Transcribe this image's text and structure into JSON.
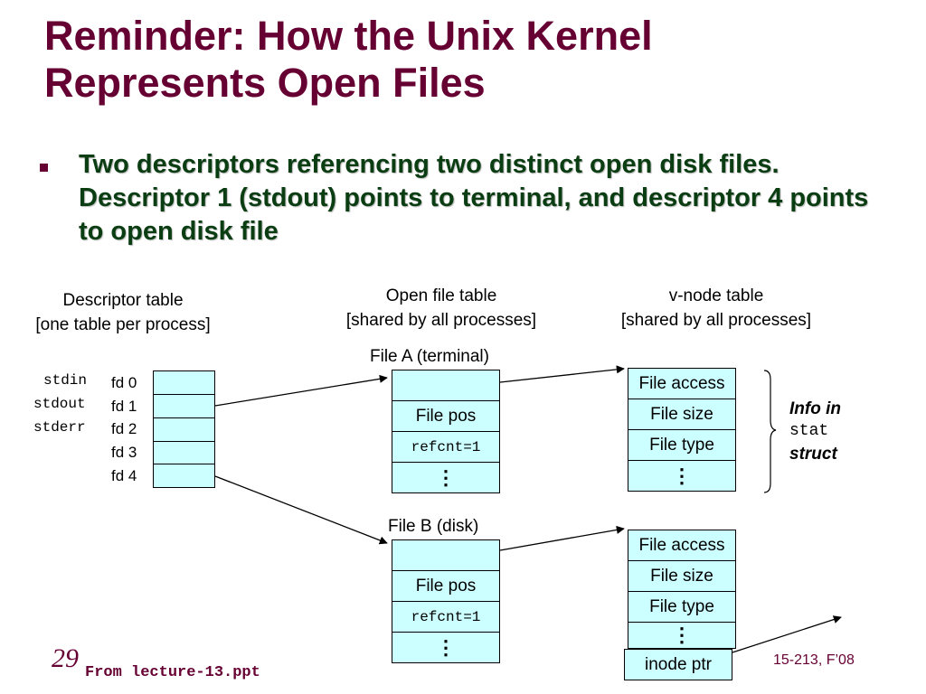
{
  "title": {
    "line1": "Reminder: How the Unix Kernel",
    "line2": "Represents Open Files"
  },
  "bullet": "Two descriptors referencing two distinct open disk files. Descriptor 1 (stdout) points to terminal, and descriptor 4 points to open disk file",
  "descriptor_table": {
    "header1": "Descriptor table",
    "header2": "[one table per process]",
    "stream_labels": [
      "stdin",
      "stdout",
      "stderr"
    ],
    "fd_labels": [
      "fd 0",
      "fd 1",
      "fd 2",
      "fd 3",
      "fd 4"
    ]
  },
  "open_file_table": {
    "header1": "Open file table",
    "header2": "[shared by all processes]",
    "file_a_label": "File A (terminal)",
    "file_b_label": "File B (disk)",
    "file_pos": "File pos",
    "refcnt": "refcnt=1",
    "dots": "⋮"
  },
  "vnode_table": {
    "header1": "v-node table",
    "header2": "[shared by all processes]",
    "file_access": "File access",
    "file_size": "File size",
    "file_type": "File type",
    "dots": "⋮",
    "inode_ptr": "inode ptr"
  },
  "info_note": {
    "line1": "Info in",
    "line2": "stat",
    "line3": "struct"
  },
  "footer": {
    "slide_number": "29",
    "from": "From lecture-13.ppt",
    "course": "15-213, F’08"
  },
  "colors": {
    "title": "#660033",
    "bullet_text": "#0b3d13",
    "cell_fill": "#ccffff"
  }
}
